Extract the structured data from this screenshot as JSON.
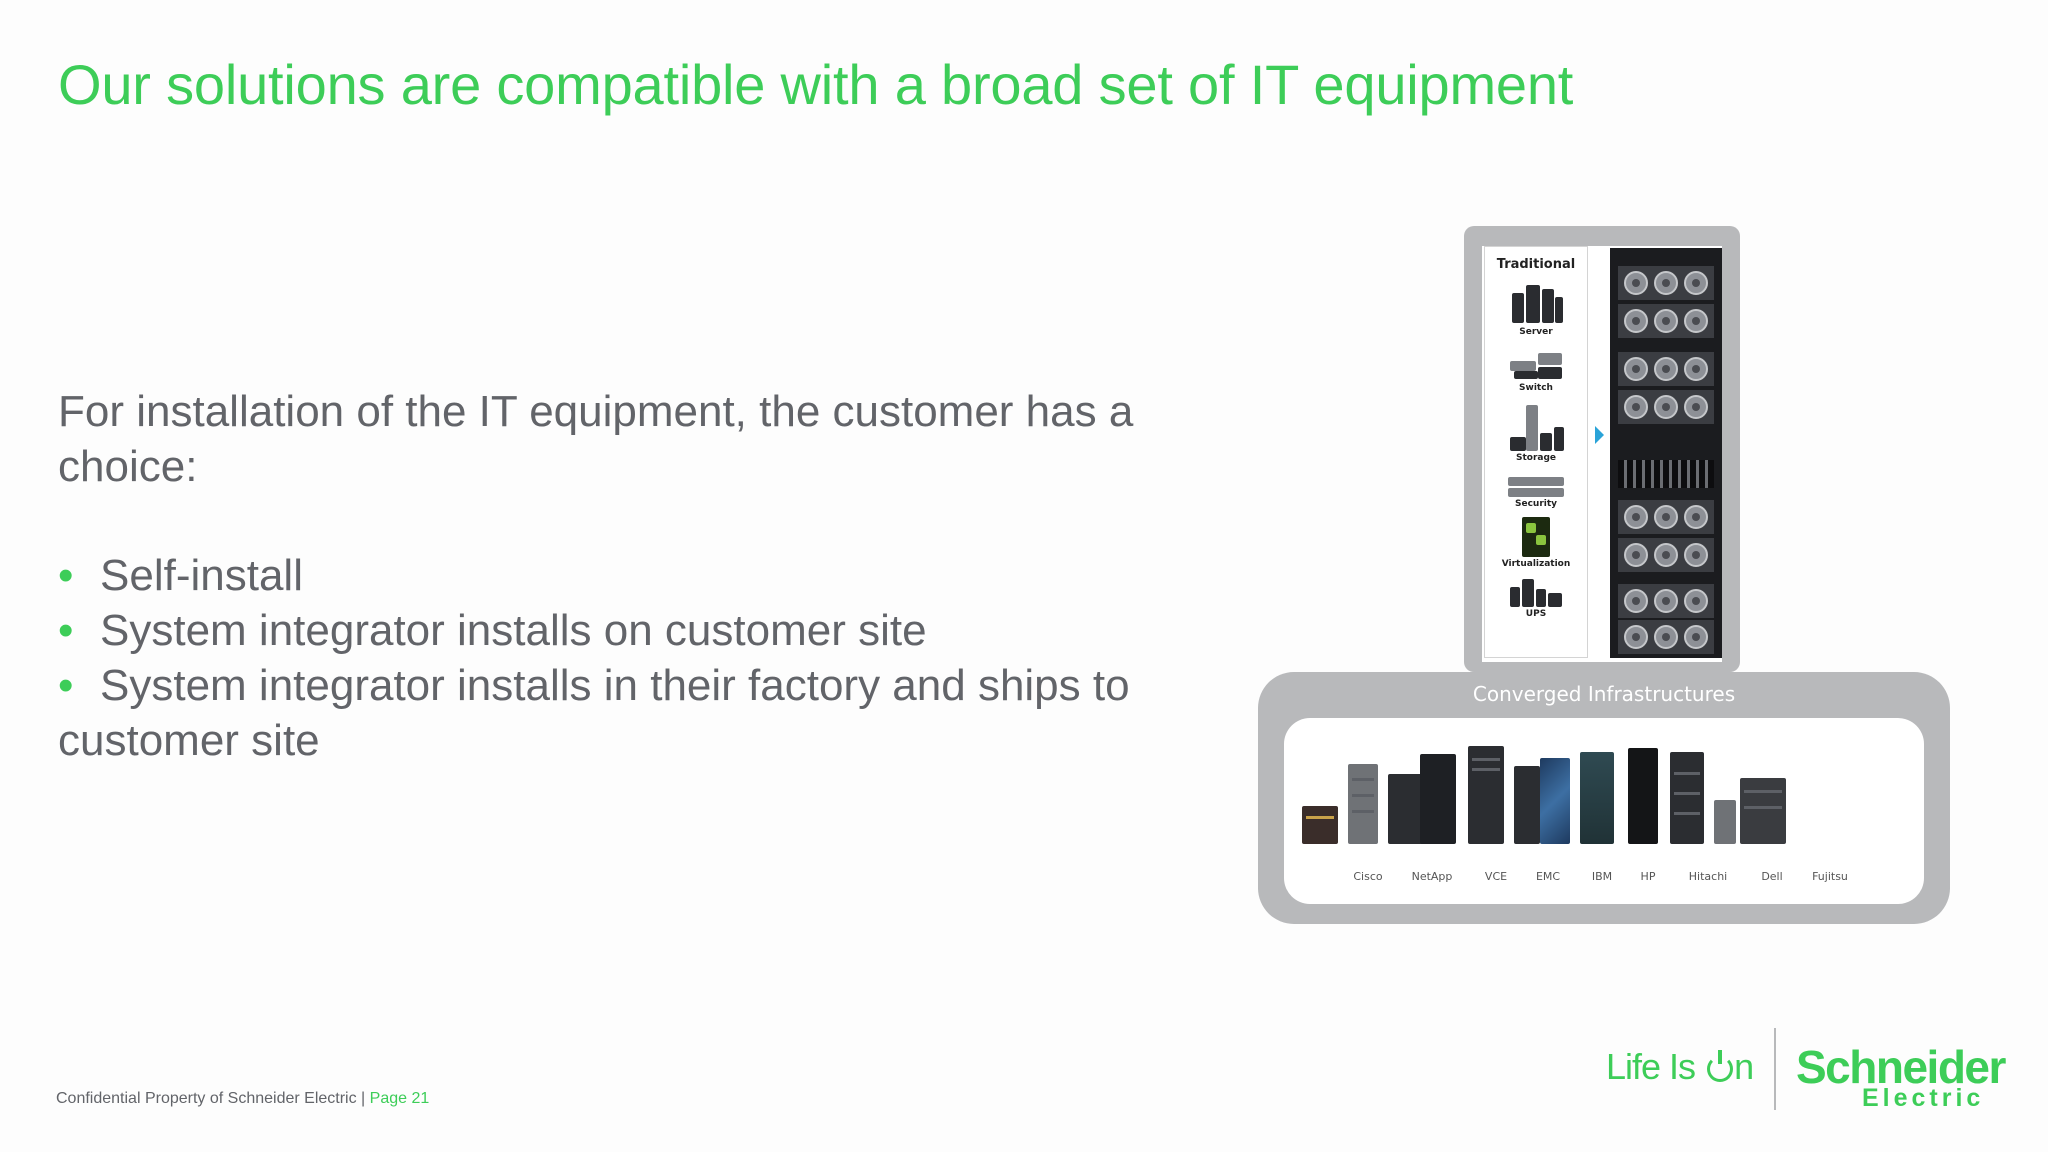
{
  "slide": {
    "title": "Our solutions are compatible with a broad set of IT equipment",
    "intro": "For installation of the IT equipment, the customer has a choice:",
    "bullets": [
      "Self-install",
      "System integrator installs on customer site",
      "System integrator installs in their factory and ships to customer site"
    ],
    "bullet_glyph": "•"
  },
  "illustration": {
    "traditional": {
      "heading": "Traditional",
      "items": [
        "Server",
        "Switch",
        "Storage",
        "Security",
        "Virtualization",
        "UPS"
      ]
    },
    "converged": {
      "heading": "Converged Infrastructures",
      "vendors": [
        "Cisco",
        "NetApp",
        "VCE",
        "EMC",
        "IBM",
        "HP",
        "Hitachi",
        "Dell",
        "Fujitsu"
      ]
    }
  },
  "footer": {
    "confidential": "Confidential Property of Schneider Electric |",
    "page": "Page 21"
  },
  "branding": {
    "tagline_before": "Life Is ",
    "tagline_after": "n",
    "logo_brand": "Schneider",
    "logo_sub": "Electric"
  },
  "colors": {
    "accent_green": "#3dcd58",
    "body_text": "#626469",
    "panel_gray": "#b8b9bb"
  }
}
